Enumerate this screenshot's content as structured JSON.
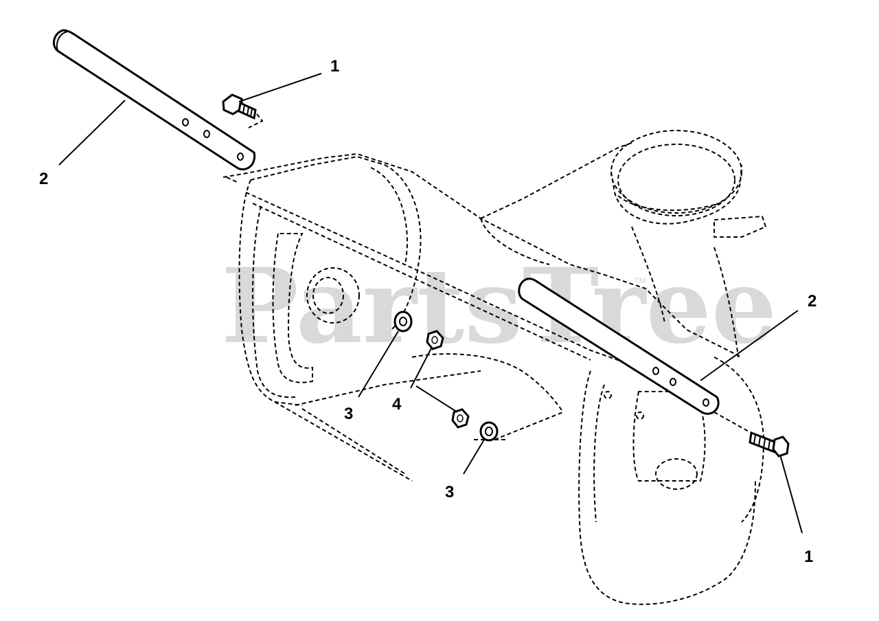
{
  "watermark": {
    "text": "PartsTree",
    "trademark": "™"
  },
  "callouts": {
    "bolt_top": "1",
    "bolt_right": "1",
    "tube_top": "2",
    "tube_right": "2",
    "washer_left": "3",
    "washer_bottom": "3",
    "nut": "4"
  }
}
